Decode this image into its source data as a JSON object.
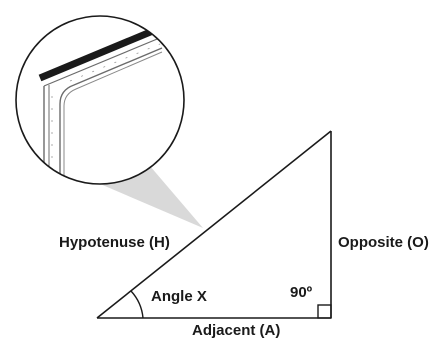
{
  "labels": {
    "hypotenuse": "Hypotenuse (H)",
    "opposite": "Opposite (O)",
    "adjacent": "Adjacent (A)",
    "angle": "Angle X",
    "right_angle": "90º"
  },
  "colors": {
    "stroke": "#1a1a1a",
    "callout_fill": "#d9d9d9",
    "frame_bar": "#1a1a1a",
    "frame_line": "#6b6b6b"
  },
  "icons": {
    "magnifier": "zoomed-frame-corner"
  }
}
